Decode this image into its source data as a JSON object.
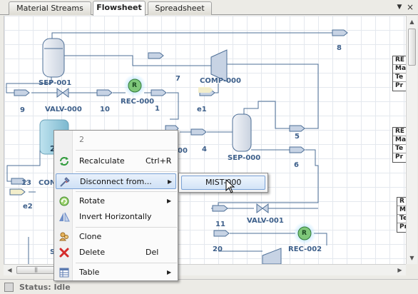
{
  "tabs": [
    {
      "label": "Material Streams",
      "active": false
    },
    {
      "label": "Flowsheet",
      "active": true
    },
    {
      "label": "Spreadsheet",
      "active": false
    }
  ],
  "tab_controls": {
    "menu_icon": "triangle-down-icon",
    "close_icon": "close-icon",
    "close_glyph": "×",
    "menu_glyph": "▼"
  },
  "flowsheet": {
    "stream_labels": [
      "8",
      "7",
      "9",
      "10",
      "1",
      "e1",
      "2",
      "00",
      "4",
      "5",
      "6",
      "13",
      "e2",
      "11",
      "20",
      "S"
    ],
    "unit_labels": {
      "sep_001": "SEP-001",
      "valv_000": "VALV-000",
      "rec_000": "REC-000",
      "comp_000": "COMP-000",
      "sep_000": "SEP-000",
      "valv_001": "VALV-001",
      "rec_002": "REC-002",
      "com_partial": "COM",
      "unit_icon_text": "2"
    },
    "recycle_glyph": "R",
    "side_tables": [
      {
        "head": "RE",
        "rows": [
          "Ma",
          "Te",
          "Pr"
        ]
      },
      {
        "head": "RE",
        "rows": [
          "Ma",
          "Te",
          "Pr"
        ]
      },
      {
        "head": "R",
        "rows": [
          "Ma",
          "Te",
          "Pr"
        ]
      }
    ]
  },
  "context_menu": {
    "header": "2",
    "items": [
      {
        "label": "Recalculate",
        "shortcut": "Ctrl+R",
        "icon": "recalculate-icon",
        "submenu": false
      },
      {
        "label": "Disconnect from...",
        "shortcut": "",
        "icon": "disconnect-icon",
        "submenu": true,
        "highlighted": true
      },
      {
        "label": "Rotate",
        "shortcut": "",
        "icon": "rotate-icon",
        "submenu": true
      },
      {
        "label": "Invert Horizontally",
        "shortcut": "",
        "icon": "invert-horizontally-icon",
        "submenu": false
      },
      {
        "label": "Clone",
        "shortcut": "",
        "icon": "clone-icon",
        "submenu": false
      },
      {
        "label": "Delete",
        "shortcut": "Del",
        "icon": "delete-icon",
        "submenu": false
      },
      {
        "label": "Table",
        "shortcut": "",
        "icon": "table-icon",
        "submenu": true
      }
    ],
    "submenu_arrow": "▶",
    "submenu": {
      "items": [
        {
          "label": "MIST-000",
          "highlighted": true
        }
      ]
    }
  },
  "scrollbars": {
    "up_glyph": "▲",
    "down_glyph": "▼",
    "left_glyph": "◀",
    "right_glyph": "▶",
    "grip_glyph": "|||"
  },
  "status": {
    "text": "Status: Idle",
    "icon": "status-icon"
  },
  "colors": {
    "line": "#4e6f97",
    "stream_fill": "#c7d3e4",
    "recycle_fill": "#7fc77a",
    "recycle_glow": "#b9e6ff",
    "label": "#3d5f8a"
  }
}
